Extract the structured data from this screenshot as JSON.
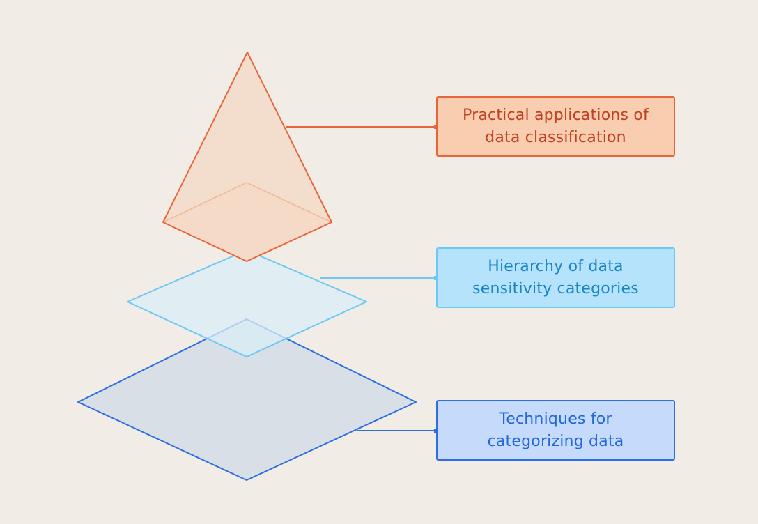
{
  "labels": {
    "top": {
      "line1": "Practical applications of",
      "line2": "data classification"
    },
    "middle": {
      "line1": "Hierarchy of data",
      "line2": "sensitivity categories"
    },
    "bottom": {
      "line1": "Techniques for",
      "line2": "categorizing data"
    }
  },
  "colors": {
    "background": "#f1ece6",
    "orange": "#e8653a",
    "light_blue": "#6cc8f6",
    "blue": "#2d6fe0"
  }
}
